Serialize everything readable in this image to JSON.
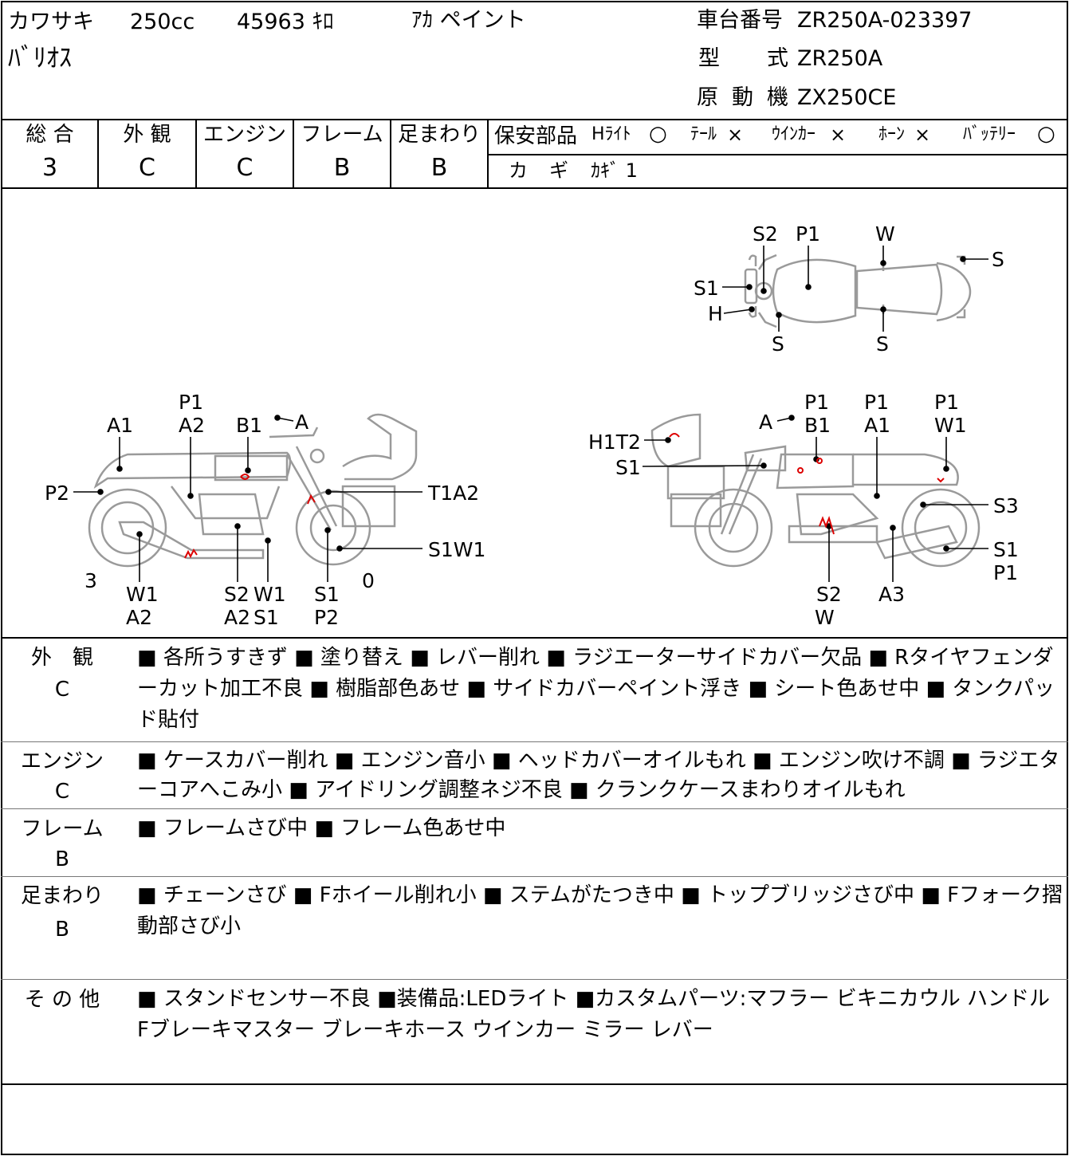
{
  "header": {
    "maker": "カワサキ",
    "displacement": "250cc",
    "mileage": "45963 ｷﾛ",
    "color": "ｱｶ ペイント",
    "model_name": "ﾊﾞﾘｵｽ",
    "chassis_label": "車台番号",
    "chassis_value": "ZR250A-023397",
    "type_label_1": "型",
    "type_label_2": "式",
    "type_value": "ZR250A",
    "engine_label_1": "原",
    "engine_label_2": "動",
    "engine_label_3": "機",
    "engine_value": "ZX250CE"
  },
  "grades": [
    {
      "label": "総 合",
      "value": "3"
    },
    {
      "label": "外 観",
      "value": "C"
    },
    {
      "label": "エンジン",
      "value": "C"
    },
    {
      "label": "フレーム",
      "value": "B"
    },
    {
      "label": "足まわり",
      "value": "B"
    }
  ],
  "safety": {
    "label": "保安部品",
    "items": [
      {
        "name": "Hﾗｲﾄ",
        "mark": "○"
      },
      {
        "name": "ﾃｰﾙ",
        "mark": "×"
      },
      {
        "name": "ｳｲﾝｶｰ",
        "mark": "×"
      },
      {
        "name": "ﾎｰﾝ",
        "mark": "×"
      },
      {
        "name": "ﾊﾞｯﾃﾘｰ",
        "mark": "○"
      }
    ],
    "key_label_1": "カ",
    "key_label_2": "ギ",
    "key_value": "ｶｷﾞ 1"
  },
  "diagram": {
    "top_view": [
      "S2",
      "P1",
      "W",
      "S",
      "S1",
      "H",
      "S",
      "S"
    ],
    "left_view": [
      "A1",
      "P1",
      "A2",
      "B1",
      "A",
      "P2",
      "T1A2",
      "S1W1",
      "3",
      "0",
      "W1",
      "A2",
      "S2",
      "A2",
      "W1",
      "S1",
      "S1",
      "P2"
    ],
    "right_view": [
      "A",
      "P1",
      "B1",
      "P1",
      "A1",
      "P1",
      "W1",
      "H1T2",
      "S1",
      "S3",
      "S1",
      "P1",
      "S2",
      "W",
      "A3"
    ]
  },
  "sections": [
    {
      "title": "外　観",
      "grade": "C",
      "text": "■ 各所うすきず ■ 塗り替え ■ レバー削れ ■ ラジエーターサイドカバー欠品 ■ Rタイヤフェンダーカット加工不良 ■ 樹脂部色あせ ■ サイドカバーペイント浮き ■ シート色あせ中 ■ タンクパッド貼付"
    },
    {
      "title": "エンジン",
      "grade": "C",
      "text": "■ ケースカバー削れ ■ エンジン音小 ■ ヘッドカバーオイルもれ ■ エンジン吹け不調 ■ ラジエターコアへこみ小 ■ アイドリング調整ネジ不良 ■ クランクケースまわりオイルもれ"
    },
    {
      "title": "フレーム",
      "grade": "B",
      "text": "■ フレームさび中 ■ フレーム色あせ中"
    },
    {
      "title": "足まわり",
      "grade": "B",
      "text": "■ チェーンさび ■ Fホイール削れ小 ■ ステムがたつき中 ■ トップブリッジさび中 ■ Fフォーク摺動部さび小"
    },
    {
      "title": "そ の 他",
      "grade": "",
      "text": "■ スタンドセンサー不良 ■装備品:LEDライト ■カスタムパーツ:マフラー ビキニカウル ハンドル Fブレーキマスター ブレーキホース ウインカー ミラー レバー"
    }
  ]
}
